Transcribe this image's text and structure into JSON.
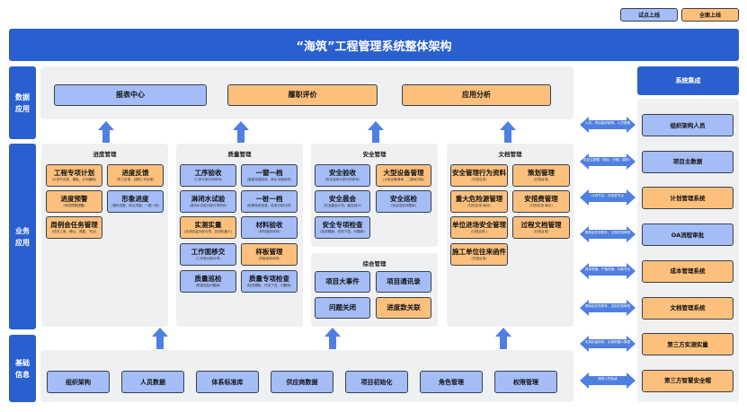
{
  "legend": {
    "pilot": "试点上线",
    "full": "全面上线",
    "pilot_color": "#a4bdf7",
    "full_color": "#fcc07c"
  },
  "title": "“海筑”工程管理系统整体架构",
  "layers": {
    "data": "数据应用",
    "business": "业务应用",
    "base": "基础信息"
  },
  "data_apps": [
    {
      "label": "报表中心",
      "status": "pilot"
    },
    {
      "label": "履职评价",
      "status": "full"
    },
    {
      "label": "应用分析",
      "status": "full"
    }
  ],
  "modules": [
    {
      "title": "进度管理",
      "items": [
        {
          "label": "工程专项计划",
          "sub": "(计划节点库、模板、计划编制)",
          "status": "full"
        },
        {
          "label": "进度反馈",
          "sub": "(停工反馈、延期工作反馈)",
          "status": "full"
        },
        {
          "label": "进度预警",
          "sub": "(风险预警提醒)",
          "status": "full"
        },
        {
          "label": "形象进度",
          "sub": "(楼栋进度、南交进度、一图一档)",
          "status": "pilot"
        },
        {
          "label": "周例会任务管理",
          "sub": "(任务上报、确认、调整、书记)",
          "status": "full"
        }
      ]
    },
    {
      "title": "质量管理",
      "items": [
        {
          "label": "工序验收",
          "sub": "(工序分部分项体系)",
          "status": "pilot"
        },
        {
          "label": "一窗一档",
          "sub": "(窗框安装验收、淋水试验验收)",
          "status": "pilot"
        },
        {
          "label": "淋闭水试验",
          "sub": "(淋闭水试验分部分项体系)",
          "status": "pilot"
        },
        {
          "label": "一桩一档",
          "sub": "(桩基验收信息、验收分部分项)",
          "status": "pilot"
        },
        {
          "label": "实测实量",
          "sub": "(实测实量分部分项、实测机器人)",
          "status": "full"
        },
        {
          "label": "材料验收",
          "sub": "(材料验收体系)",
          "status": "pilot"
        },
        {
          "label": "工作面移交",
          "sub": "(工作面分部分项)",
          "status": "pilot"
        },
        {
          "label": "样板管理",
          "sub": "(样板验收体系)",
          "status": "full"
        },
        {
          "label": "质量巡检",
          "sub": "(质量巡检问题库)",
          "status": "pilot"
        },
        {
          "label": "质量专项检查",
          "sub": "(检查模板、任务下发、问题库)",
          "status": "pilot"
        }
      ]
    },
    {
      "title": "安全管理",
      "items": [
        {
          "label": "安全验收",
          "sub": "(安全验收分部分项体系)",
          "status": "pilot"
        },
        {
          "label": "大型设备管理",
          "sub": "(大型设备清单、二维码扫描)",
          "status": "full"
        },
        {
          "label": "安全晨会",
          "sub": "(安全晨会计划、晨会统计)",
          "status": "pilot"
        },
        {
          "label": "安全巡检",
          "sub": "(安全巡检问题库)",
          "status": "pilot"
        },
        {
          "label": "安全专项检查",
          "sub": "(检查模板、任务下发、问题库)",
          "status": "pilot"
        }
      ]
    },
    {
      "title": "综合管理",
      "items": [
        {
          "label": "项目大事件",
          "status": "pilot"
        },
        {
          "label": "项目通讯录",
          "status": "pilot"
        },
        {
          "label": "问题关闭",
          "status": "pilot"
        },
        {
          "label": "进度款关联",
          "status": "full"
        }
      ]
    },
    {
      "title": "文档管理",
      "items": [
        {
          "label": "安全管理行为资料",
          "sub": "(归档目录)",
          "status": "full"
        },
        {
          "label": "策划管理",
          "sub": "(归档目录)",
          "status": "full"
        },
        {
          "label": "重大危险源管理",
          "sub": "(归档目录-每月)",
          "status": "full"
        },
        {
          "label": "安措费管理",
          "sub": "(归档目录-每月)",
          "status": "full"
        },
        {
          "label": "单位进场安全管理",
          "sub": "(归档目录-)",
          "status": "full"
        },
        {
          "label": "过程文档管理",
          "sub": "(归档目录)",
          "status": "full"
        },
        {
          "label": "施工单位往来函件",
          "sub": "(归档目录)",
          "status": "full"
        }
      ]
    }
  ],
  "base_items": [
    "组织架构",
    "人员数据",
    "体系标准库",
    "供应商数据",
    "项目初始化",
    "角色管理",
    "权限管理"
  ],
  "integration": {
    "title": "系统集成",
    "items": [
      {
        "label": "组织架构人员",
        "status": "pilot"
      },
      {
        "label": "项目主数据",
        "status": "pilot"
      },
      {
        "label": "计划管理系统",
        "status": "full"
      },
      {
        "label": "OA流程审批",
        "status": "pilot"
      },
      {
        "label": "成本管理系统",
        "status": "full"
      },
      {
        "label": "文档管理系统",
        "status": "full"
      },
      {
        "label": "第三方实测实量",
        "status": "full"
      },
      {
        "label": "第三方智慧安全帽",
        "status": "full"
      }
    ]
  },
  "flows": [
    "人员、项目组织架构、人员数据",
    "项目主数据（项目、分期、楼栋）",
    "计划节点、任务表节点",
    "周例会任务附件、文档归档审批",
    "成本进度、产值进度、付款节点",
    "周例会任务附件、文档归档审批",
    "实测实量体系、实测机器人数据",
    "现场人员轨迹"
  ]
}
